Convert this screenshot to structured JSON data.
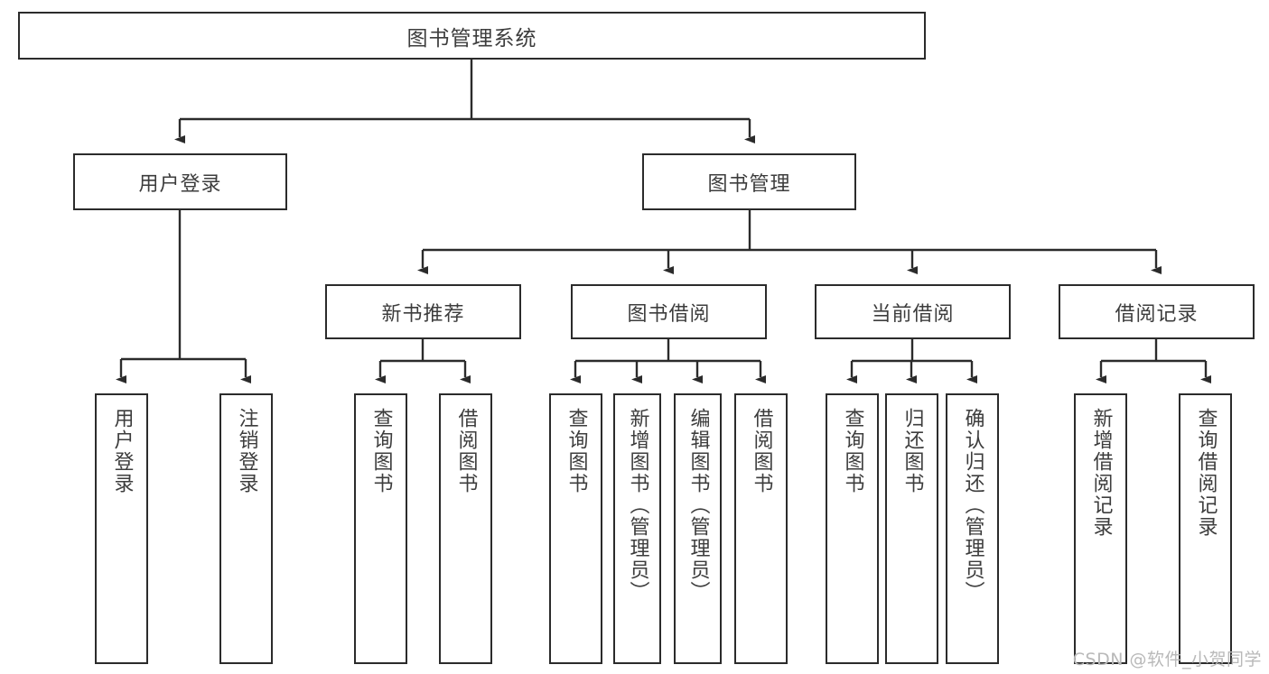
{
  "diagram": {
    "title": "图书管理系统",
    "type": "hierarchy-tree",
    "watermark": "CSDN @软件_小贺同学",
    "colors": {
      "box_border": "#2b2b2b",
      "box_fill": "#ffffff",
      "text": "#3d3d3d",
      "edge": "#2b2b2b",
      "watermark": "#b9b9b9",
      "background": "#ffffff"
    }
  },
  "nodes": {
    "root": {
      "label": "图书管理系统"
    },
    "level1": [
      {
        "label": "用户登录"
      },
      {
        "label": "图书管理"
      }
    ],
    "level2": [
      {
        "label": "新书推荐"
      },
      {
        "label": "图书借阅"
      },
      {
        "label": "当前借阅"
      },
      {
        "label": "借阅记录"
      }
    ],
    "leaves": [
      {
        "label": "用户登录"
      },
      {
        "label": "注销登录"
      },
      {
        "label": "查询图书"
      },
      {
        "label": "借阅图书"
      },
      {
        "label": "查询图书"
      },
      {
        "label": "新增图书（管理员）"
      },
      {
        "label": "编辑图书（管理员）"
      },
      {
        "label": "借阅图书"
      },
      {
        "label": "查询图书"
      },
      {
        "label": "归还图书"
      },
      {
        "label": "确认归还（管理员）"
      },
      {
        "label": "新增借阅记录"
      },
      {
        "label": "查询借阅记录"
      }
    ]
  }
}
